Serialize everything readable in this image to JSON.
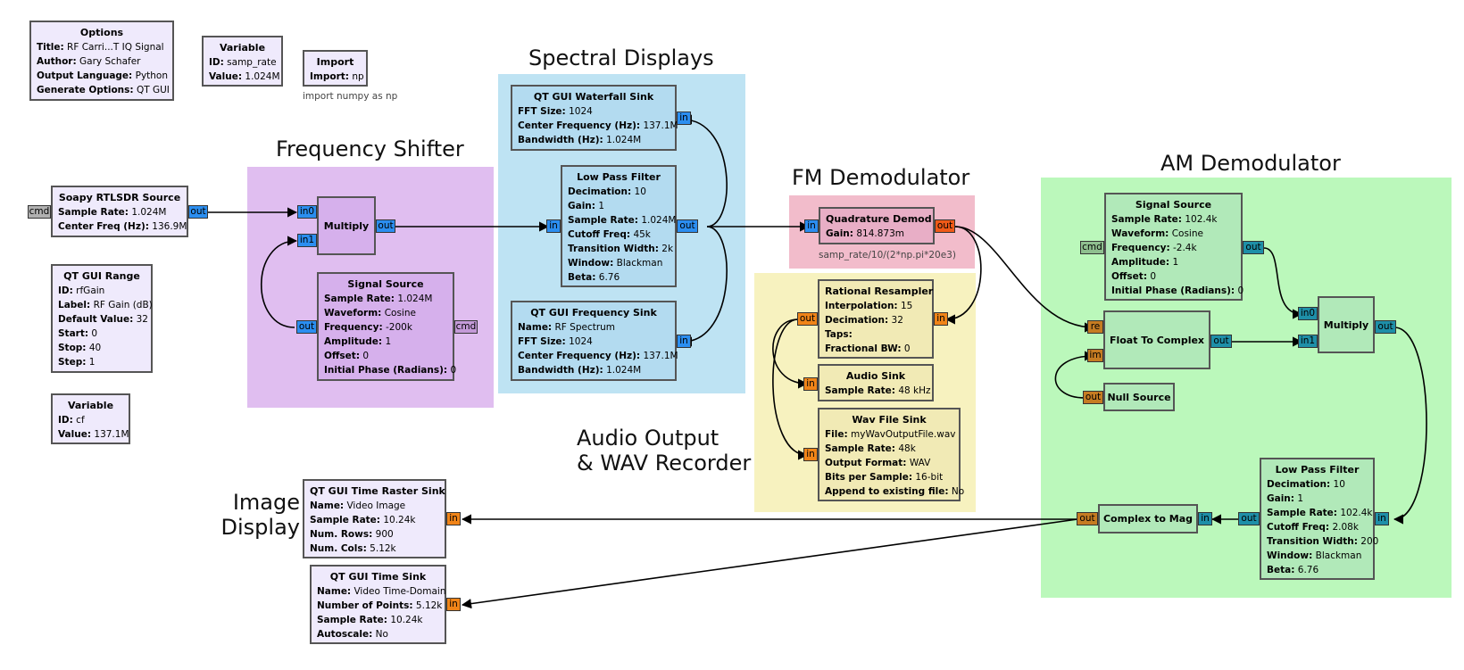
{
  "colors": {
    "region_freq": "#e0bef0",
    "region_spectral": "#bee3f3",
    "region_fm": "#f2bccb",
    "region_audio": "#f7f2bf",
    "region_am": "#bbf8bb",
    "block_lavender": "#efeafc",
    "block_purple": "#d6b0ec",
    "block_blue": "#b3dbf0",
    "block_pink": "#e8aec6",
    "block_yellow": "#f1eab5",
    "block_green": "#b1e9b9",
    "port_complex": "#2b8ef0",
    "port_float": "#f08418",
    "port_msg": "#b0b0b0",
    "port_teal": "#1e8fa8",
    "port_gold": "#c67c22"
  },
  "regions": {
    "freq_shifter": "Frequency Shifter",
    "spectral": "Spectral Displays",
    "fm": "FM Demodulator",
    "am": "AM Demodulator",
    "audio_line1": "Audio Output",
    "audio_line2": "& WAV Recorder",
    "image_line1": "Image",
    "image_line2": "Display"
  },
  "blocks": {
    "options": {
      "title": "Options",
      "rows": [
        [
          "Title:",
          "RF Carri...T IQ Signal"
        ],
        [
          "Author:",
          "Gary Schafer"
        ],
        [
          "Output Language:",
          "Python"
        ],
        [
          "Generate Options:",
          "QT GUI"
        ]
      ]
    },
    "var_samp": {
      "title": "Variable",
      "rows": [
        [
          "ID:",
          "samp_rate"
        ],
        [
          "Value:",
          "1.024M"
        ]
      ]
    },
    "import": {
      "title": "Import",
      "rows": [
        [
          "Import:",
          "np"
        ]
      ],
      "note": "import numpy as np"
    },
    "soapy": {
      "title": "Soapy RTLSDR Source",
      "rows": [
        [
          "Sample Rate:",
          "1.024M"
        ],
        [
          "Center Freq (Hz):",
          "136.9M"
        ]
      ]
    },
    "qt_range": {
      "title": "QT GUI Range",
      "rows": [
        [
          "ID:",
          "rfGain"
        ],
        [
          "Label:",
          "RF Gain (dB)"
        ],
        [
          "Default Value:",
          "32"
        ],
        [
          "Start:",
          "0"
        ],
        [
          "Stop:",
          "40"
        ],
        [
          "Step:",
          "1"
        ]
      ]
    },
    "var_cf": {
      "title": "Variable",
      "rows": [
        [
          "ID:",
          "cf"
        ],
        [
          "Value:",
          "137.1M"
        ]
      ]
    },
    "multiply1": {
      "title": "Multiply"
    },
    "sigsrc1": {
      "title": "Signal Source",
      "rows": [
        [
          "Sample Rate:",
          "1.024M"
        ],
        [
          "Waveform:",
          "Cosine"
        ],
        [
          "Frequency:",
          "-200k"
        ],
        [
          "Amplitude:",
          "1"
        ],
        [
          "Offset:",
          "0"
        ],
        [
          "Initial Phase (Radians):",
          "0"
        ]
      ]
    },
    "waterfall": {
      "title": "QT GUI Waterfall Sink",
      "rows": [
        [
          "FFT Size:",
          "1024"
        ],
        [
          "Center Frequency (Hz):",
          "137.1M"
        ],
        [
          "Bandwidth (Hz):",
          "1.024M"
        ]
      ]
    },
    "lpf1": {
      "title": "Low Pass Filter",
      "rows": [
        [
          "Decimation:",
          "10"
        ],
        [
          "Gain:",
          "1"
        ],
        [
          "Sample Rate:",
          "1.024M"
        ],
        [
          "Cutoff Freq:",
          "45k"
        ],
        [
          "Transition Width:",
          "2k"
        ],
        [
          "Window:",
          "Blackman"
        ],
        [
          "Beta:",
          "6.76"
        ]
      ]
    },
    "freqsink": {
      "title": "QT GUI Frequency Sink",
      "rows": [
        [
          "Name:",
          "RF Spectrum"
        ],
        [
          "FFT Size:",
          "1024"
        ],
        [
          "Center Frequency (Hz):",
          "137.1M"
        ],
        [
          "Bandwidth (Hz):",
          "1.024M"
        ]
      ]
    },
    "quad": {
      "title": "Quadrature Demod",
      "rows": [
        [
          "Gain:",
          "814.873m"
        ]
      ],
      "note": "samp_rate/10/(2*np.pi*20e3)"
    },
    "resampler": {
      "title": "Rational Resampler",
      "rows": [
        [
          "Interpolation:",
          "15"
        ],
        [
          "Decimation:",
          "32"
        ],
        [
          "Taps:",
          ""
        ],
        [
          "Fractional BW:",
          "0"
        ]
      ]
    },
    "audiosink": {
      "title": "Audio Sink",
      "rows": [
        [
          "Sample Rate:",
          "48 kHz"
        ]
      ]
    },
    "wavsink": {
      "title": "Wav File Sink",
      "rows": [
        [
          "File:",
          "myWavOutputFile.wav"
        ],
        [
          "Sample Rate:",
          "48k"
        ],
        [
          "Output Format:",
          "WAV"
        ],
        [
          "Bits per Sample:",
          "16-bit"
        ],
        [
          "Append to existing file:",
          "No"
        ]
      ]
    },
    "sigsrc2": {
      "title": "Signal Source",
      "rows": [
        [
          "Sample Rate:",
          "102.4k"
        ],
        [
          "Waveform:",
          "Cosine"
        ],
        [
          "Frequency:",
          "-2.4k"
        ],
        [
          "Amplitude:",
          "1"
        ],
        [
          "Offset:",
          "0"
        ],
        [
          "Initial Phase (Radians):",
          "0"
        ]
      ]
    },
    "multiply2": {
      "title": "Multiply"
    },
    "f2c": {
      "title": "Float To Complex"
    },
    "nullsrc": {
      "title": "Null Source"
    },
    "lpf2": {
      "title": "Low Pass Filter",
      "rows": [
        [
          "Decimation:",
          "10"
        ],
        [
          "Gain:",
          "1"
        ],
        [
          "Sample Rate:",
          "102.4k"
        ],
        [
          "Cutoff Freq:",
          "2.08k"
        ],
        [
          "Transition Width:",
          "200"
        ],
        [
          "Window:",
          "Blackman"
        ],
        [
          "Beta:",
          "6.76"
        ]
      ]
    },
    "c2mag": {
      "title": "Complex to Mag"
    },
    "raster": {
      "title": "QT GUI Time Raster Sink",
      "rows": [
        [
          "Name:",
          "Video Image"
        ],
        [
          "Sample Rate:",
          "10.24k"
        ],
        [
          "Num. Rows:",
          "900"
        ],
        [
          "Num. Cols:",
          "5.12k"
        ]
      ]
    },
    "timesink": {
      "title": "QT GUI Time Sink",
      "rows": [
        [
          "Name:",
          "Video Time-Domain"
        ],
        [
          "Number of Points:",
          "5.12k"
        ],
        [
          "Sample Rate:",
          "10.24k"
        ],
        [
          "Autoscale:",
          "No"
        ]
      ]
    }
  },
  "ports": {
    "in": "in",
    "out": "out",
    "in0": "in0",
    "in1": "in1",
    "cmd": "cmd",
    "re": "re",
    "im": "im"
  }
}
